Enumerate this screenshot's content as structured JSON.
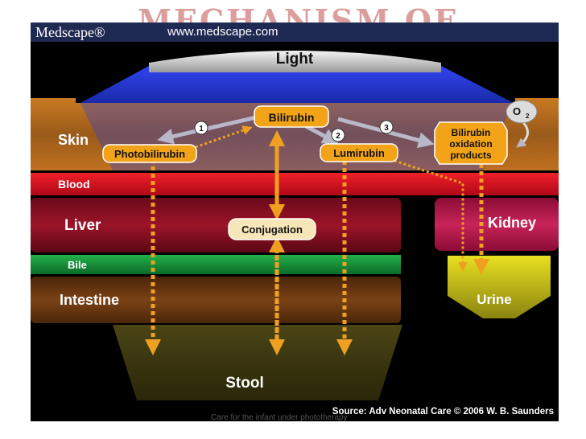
{
  "title_overlay": "MECHANISM OF",
  "header": {
    "brand": "Medscape®",
    "url": "www.medscape.com"
  },
  "light": "Light",
  "layers": {
    "skin": "Skin",
    "blood": "Blood",
    "liver": "Liver",
    "bile": "Bile",
    "intestine": "Intestine",
    "stool": "Stool",
    "kidney": "Kidney",
    "urine": "Urine"
  },
  "nodes": {
    "bilirubin": "Bilirubin",
    "photobilirubin": "Photobilirubin",
    "lumirubin": "Lumirubin",
    "oxidation_line1": "Bilirubin",
    "oxidation_line2": "oxidation",
    "oxidation_line3": "products",
    "conjugation": "Conjugation",
    "o2": "O",
    "o2_sub": "2"
  },
  "steps": [
    "1",
    "2",
    "3"
  ],
  "source": "Source: Adv Neonatal Care © 2006 W. B. Saunders",
  "caption": "Care for the infant under phototherapy",
  "colors": {
    "background": "#000000",
    "header": "#1f2a52",
    "light_beam": "#2a3bd8",
    "skin": "#b8691f",
    "blood": "#d40f1e",
    "liver": "#8a1024",
    "bile": "#138a3a",
    "intestine": "#6a3610",
    "stool": "#3e3a12",
    "kidney": "#b51c4b",
    "urine": "#d9d21a",
    "node_fill": "#f2a318",
    "arrow": "#f0a020"
  }
}
